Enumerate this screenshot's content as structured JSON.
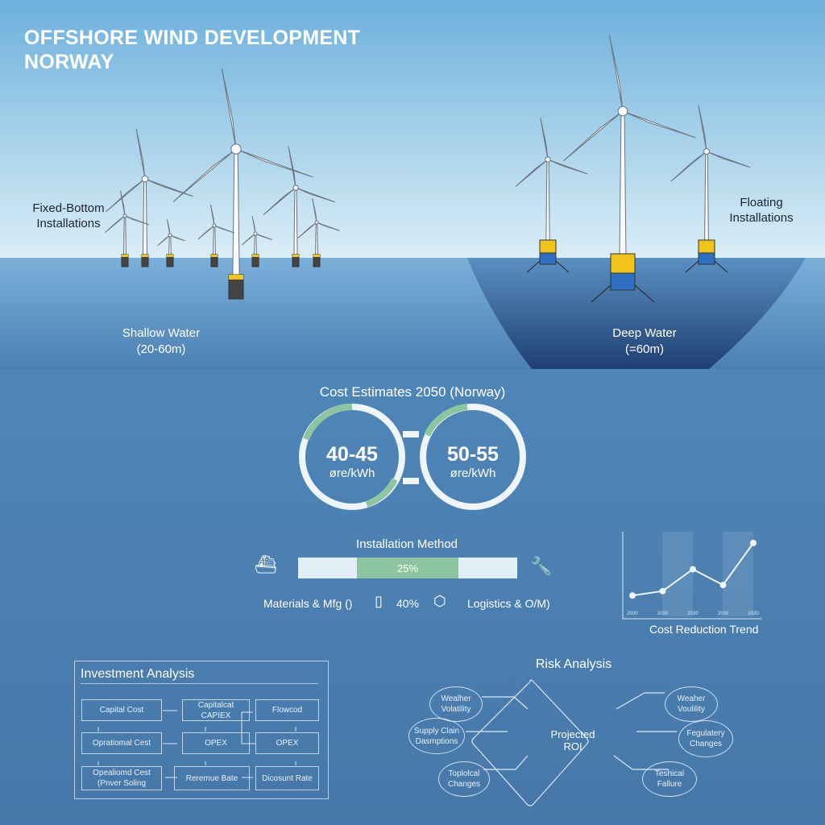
{
  "header": {
    "title_line1": "OFFSHORE WIND DEVELOPMENT",
    "title_line2": "NORWAY"
  },
  "scene": {
    "fixed_label_1": "Fixed-Bottom",
    "fixed_label_2": "Installations",
    "floating_label_1": "Floating",
    "floating_label_2": "Installations",
    "shallow_1": "Shallow Water",
    "shallow_2": "(20-60m)",
    "deep_1": "Deep Water",
    "deep_2": "(=60m)"
  },
  "cost": {
    "title": "Cost Estimates 2050 (Norway)",
    "left": {
      "value": "40-45",
      "unit": "øre/kWh"
    },
    "right": {
      "value": "50-55",
      "unit": "øre/kWh"
    }
  },
  "installation": {
    "title": "Installation Method",
    "bar_label": "25%",
    "bar_share": 25,
    "materials": "Materials & Mfg  ()",
    "materials_pct": "40%",
    "logistics": "Logistics & O/M)"
  },
  "trend": {
    "title": "Cost Reduction Trend",
    "ticks": [
      "2030",
      "2030",
      "2030",
      "2030",
      "2030"
    ],
    "values": [
      1,
      1.5,
      4,
      2.2,
      7
    ]
  },
  "investment": {
    "title": "Investment Analysis",
    "boxes": [
      "Capital Cost",
      "Capitalcat CAPIEX",
      "Flowcod",
      "Opratiomal Cest",
      "OPEX",
      "OPEX",
      "Opealiomd Cest (Pnver Soling",
      "Reremue Bate",
      "Dicosunt Rate"
    ]
  },
  "risk": {
    "title": "Risk Analysis",
    "center": "Projected ROI",
    "factors": [
      "Wealher Volatility",
      "Supply Clain Dasmptions",
      "Toplolcal Changes",
      "Weaher Voulility",
      "Fegulatery Changes",
      "Teshical Fallure"
    ]
  },
  "colors": {
    "sky_top": "#6fb0dc",
    "sea": "#5b93c6",
    "deep": "#24507f",
    "accent_green": "#8cc5a0",
    "yellow": "#f0c419"
  }
}
